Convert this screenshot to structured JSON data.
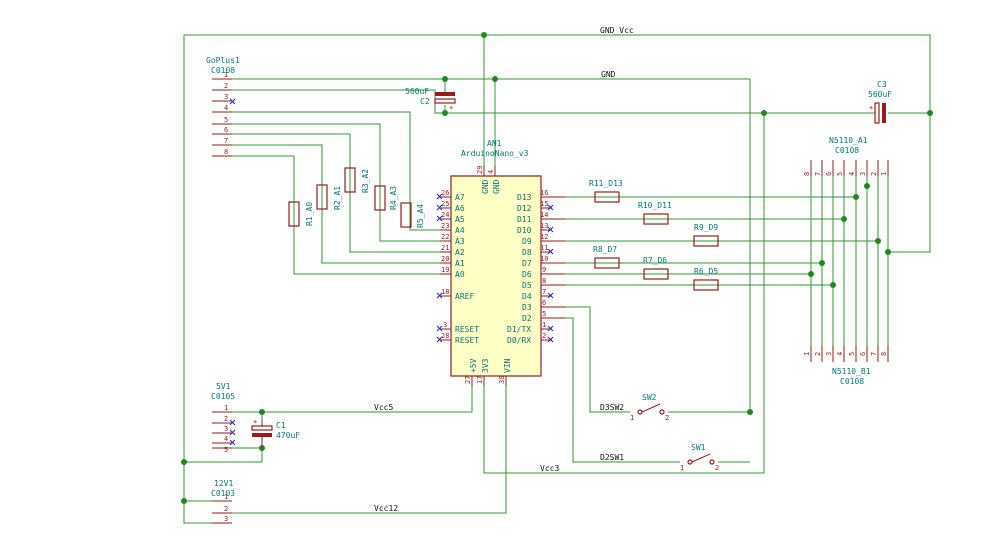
{
  "nets": {
    "gnd_vcc": "GND_Vcc",
    "gnd": "GND",
    "vcc5": "Vcc5",
    "vcc3": "Vcc3",
    "vcc12": "Vcc12",
    "d3sw2": "D3SW2",
    "d2sw1": "D2SW1"
  },
  "gopplus": {
    "ref": "GoPlus1",
    "value": "C0108",
    "pins": [
      "1",
      "2",
      "3",
      "4",
      "5",
      "6",
      "7",
      "8"
    ]
  },
  "p5v": {
    "ref": "5V1",
    "value": "C0105",
    "pins": [
      "1",
      "2",
      "3",
      "4",
      "5"
    ]
  },
  "p12v": {
    "ref": "12V1",
    "value": "C0103",
    "pins": [
      "1",
      "2",
      "3"
    ]
  },
  "c1": {
    "ref": "C1",
    "value": "470uF"
  },
  "c2": {
    "ref": "C2",
    "value": "560uF"
  },
  "c3": {
    "ref": "C3",
    "value": "560uF"
  },
  "an1": {
    "ref": "AN1",
    "value": "ArduinoNano_v3"
  },
  "left_pins": [
    {
      "num": "26",
      "name": "A7"
    },
    {
      "num": "25",
      "name": "A6"
    },
    {
      "num": "24",
      "name": "A5"
    },
    {
      "num": "23",
      "name": "A4"
    },
    {
      "num": "22",
      "name": "A3"
    },
    {
      "num": "21",
      "name": "A2"
    },
    {
      "num": "20",
      "name": "A1"
    },
    {
      "num": "19",
      "name": "A0"
    },
    {
      "num": "18",
      "name": "AREF"
    },
    {
      "num": "3",
      "name": "RESET"
    },
    {
      "num": "28",
      "name": "RESET"
    }
  ],
  "right_pins": [
    {
      "num": "16",
      "name": "D13"
    },
    {
      "num": "15",
      "name": "D12"
    },
    {
      "num": "14",
      "name": "D11"
    },
    {
      "num": "13",
      "name": "D10"
    },
    {
      "num": "12",
      "name": "D9"
    },
    {
      "num": "11",
      "name": "D8"
    },
    {
      "num": "10",
      "name": "D7"
    },
    {
      "num": "9",
      "name": "D6"
    },
    {
      "num": "8",
      "name": "D5"
    },
    {
      "num": "7",
      "name": "D4"
    },
    {
      "num": "6",
      "name": "D3"
    },
    {
      "num": "5",
      "name": "D2"
    },
    {
      "num": "1",
      "name": "D1/TX"
    },
    {
      "num": "2",
      "name": "D0/RX"
    }
  ],
  "top_pins": [
    {
      "num": "29",
      "name": "GND"
    },
    {
      "num": "4",
      "name": "GND"
    }
  ],
  "bottom_pins": [
    {
      "num": "27",
      "name": "+5V"
    },
    {
      "num": "17",
      "name": "3V3"
    },
    {
      "num": "30",
      "name": "VIN"
    }
  ],
  "resistors_analog": [
    {
      "ref": "R1_A0"
    },
    {
      "ref": "R2_A1"
    },
    {
      "ref": "R3_A2"
    },
    {
      "ref": "R4_A3"
    },
    {
      "ref": "R5_A4"
    }
  ],
  "resistors_digital": [
    {
      "ref": "R11_D13"
    },
    {
      "ref": "R10_D11"
    },
    {
      "ref": "R9_D9"
    },
    {
      "ref": "R8_D7"
    },
    {
      "ref": "R7_D6"
    },
    {
      "ref": "R6_D5"
    }
  ],
  "n5110_a": {
    "ref": "N5110_A1",
    "value": "C0108",
    "pins": [
      "8",
      "7",
      "6",
      "5",
      "4",
      "3",
      "2",
      "1"
    ]
  },
  "n5110_b": {
    "ref": "N5110_B1",
    "value": "C0108",
    "pins": [
      "1",
      "2",
      "3",
      "4",
      "5",
      "6",
      "7",
      "8"
    ]
  },
  "sw2": {
    "ref": "SW2",
    "pin1": "1",
    "pin2": "2"
  },
  "sw1": {
    "ref": "SW1",
    "pin1": "1",
    "pin2": "2"
  }
}
